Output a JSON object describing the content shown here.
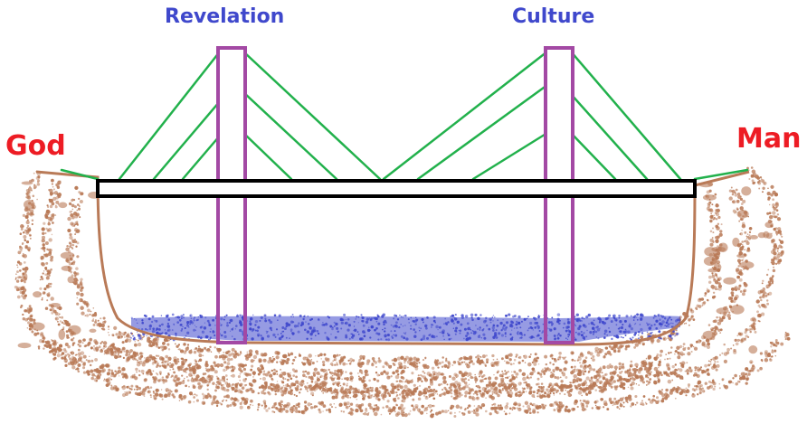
{
  "labels": {
    "revelation": "Revelation",
    "culture": "Culture",
    "god": "God",
    "man": "Man"
  },
  "colors": {
    "tower": "#a349a4",
    "cable": "#22b14c",
    "deck_fill": "#ffffff",
    "deck_outline": "#000000",
    "earth": "#b97a57",
    "water": "#3f48cc",
    "tower_label": "#3f48cc",
    "side_label": "#ed1c24"
  },
  "icons": {
    "tower": "purple-pylon",
    "cable": "green-stay-cable",
    "deck": "bridge-deck",
    "river": "blue-water",
    "ground": "brown-earth"
  }
}
